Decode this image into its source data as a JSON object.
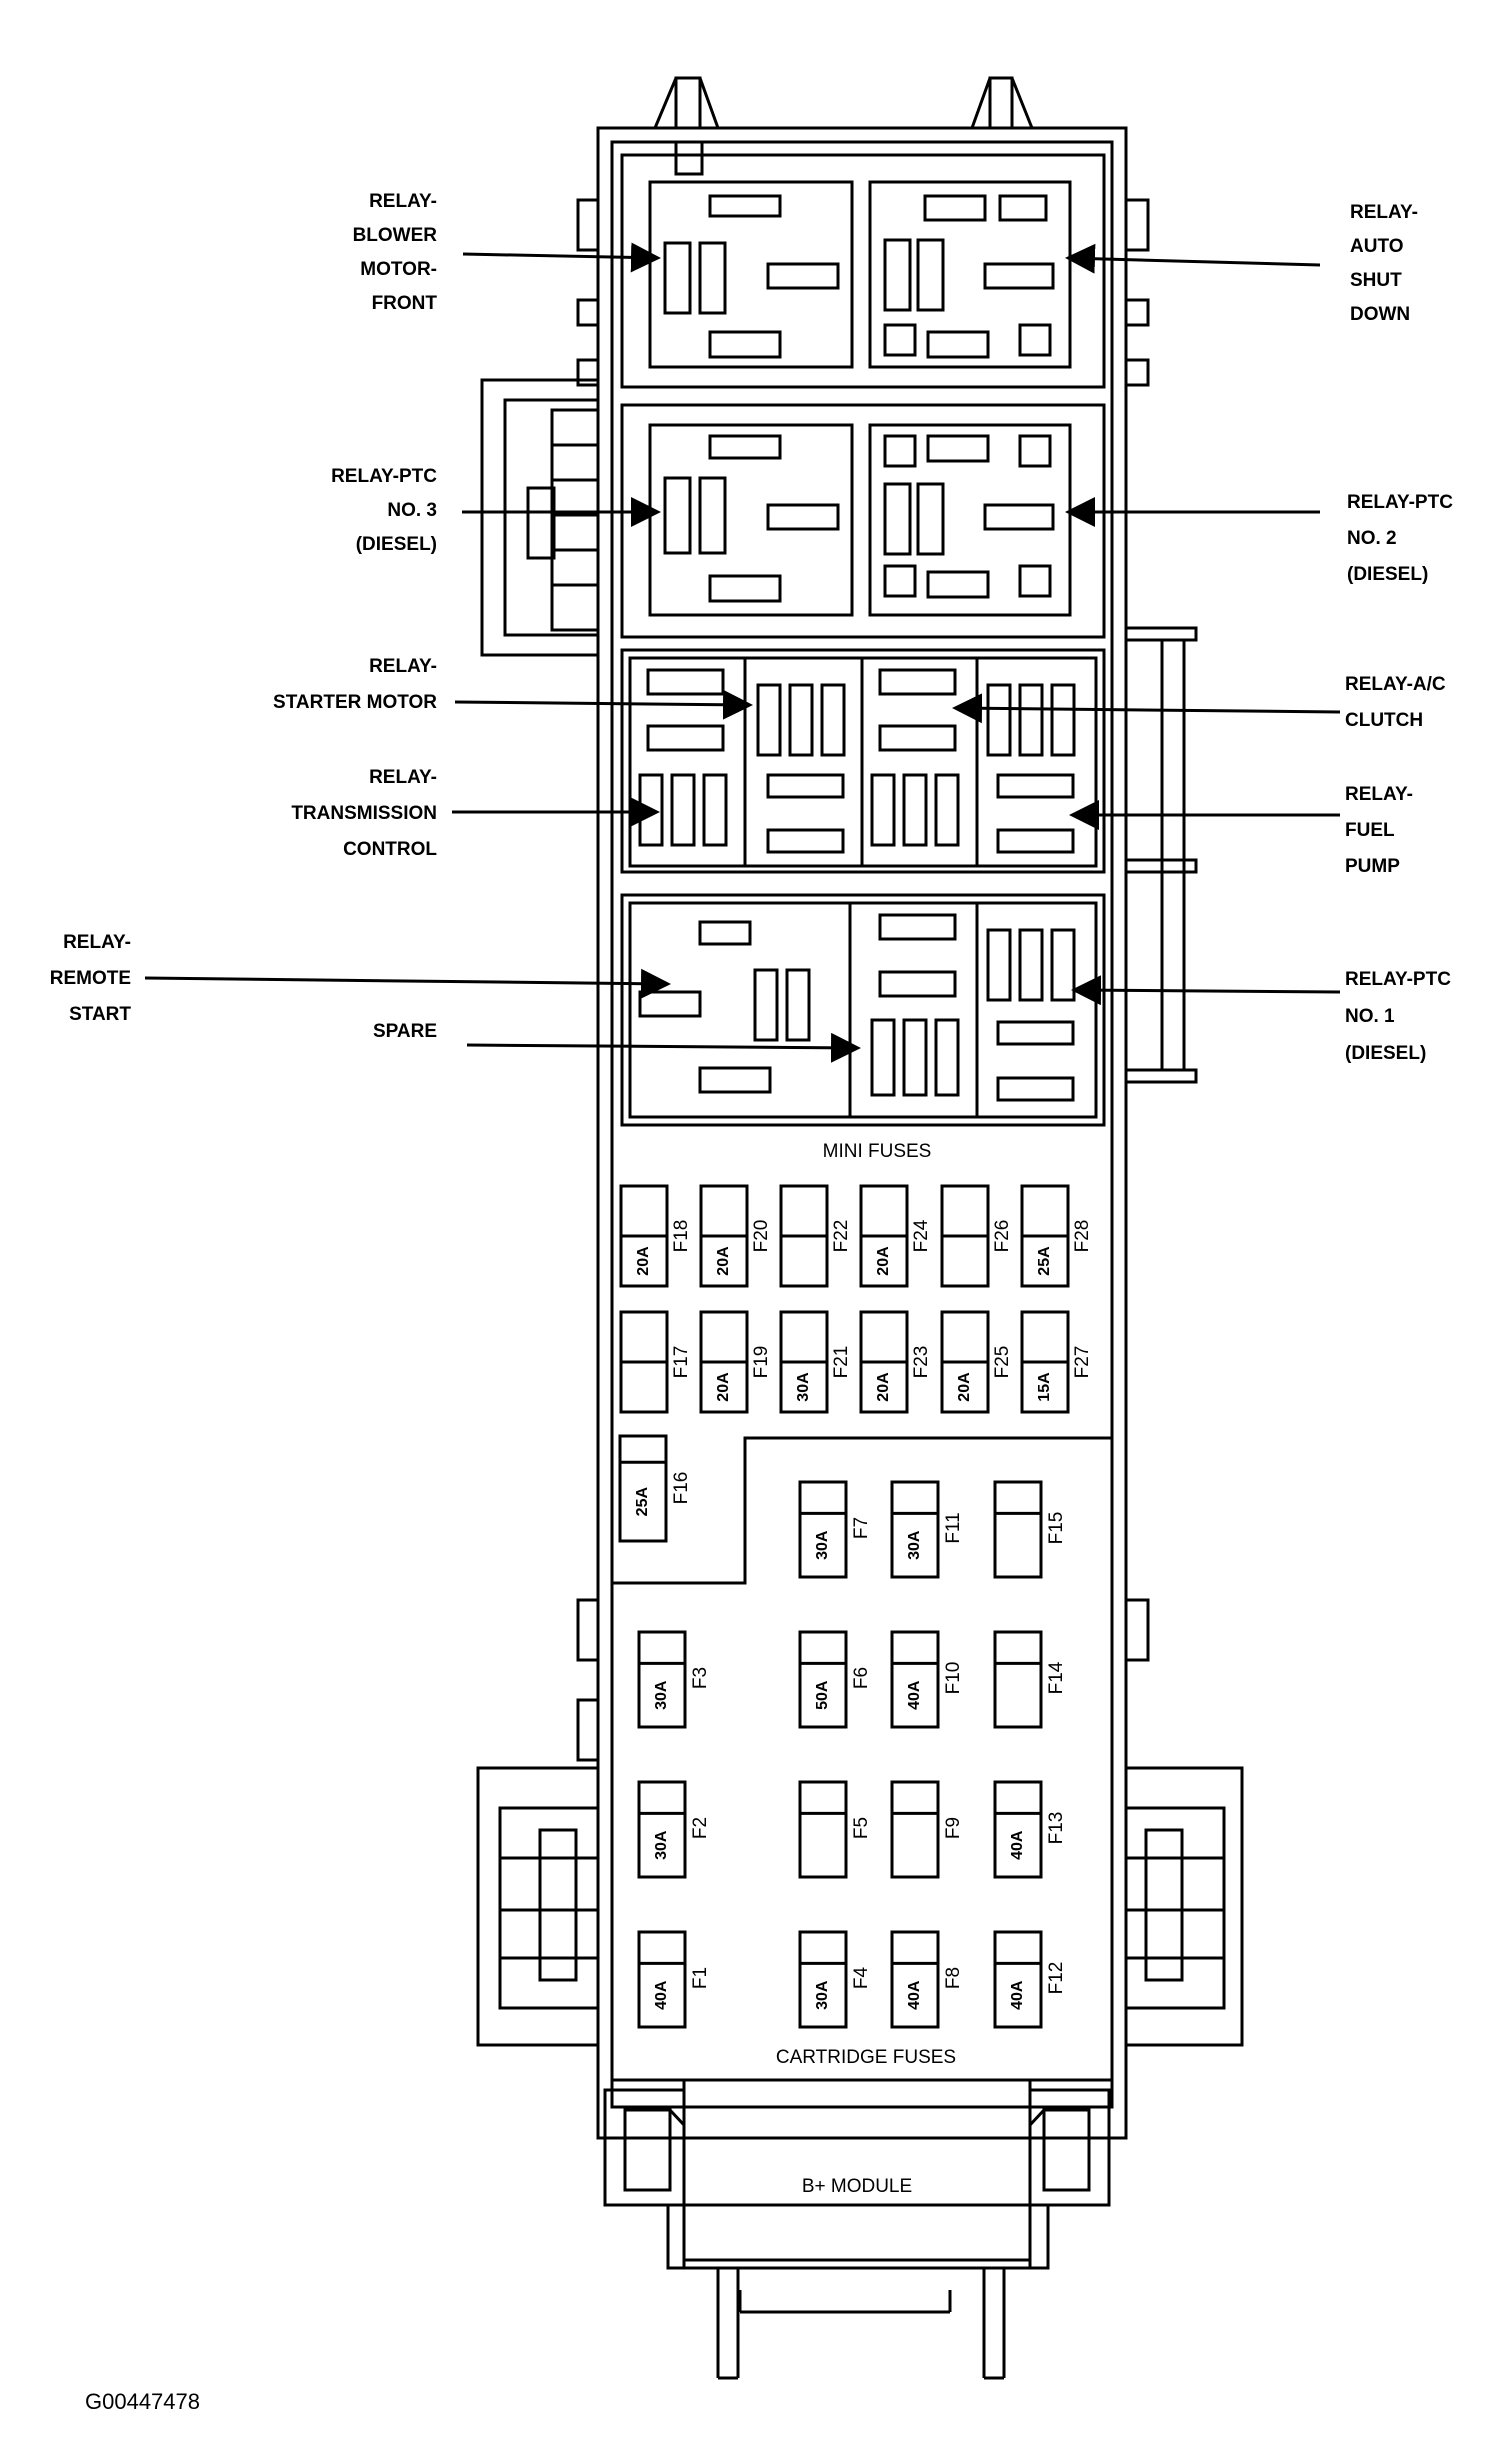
{
  "labels": {
    "blower_motor_front": [
      "RELAY-",
      "BLOWER",
      "MOTOR-",
      "FRONT"
    ],
    "auto_shut_down": [
      "RELAY-",
      "AUTO",
      "SHUT",
      "DOWN"
    ],
    "ptc_no3": [
      "RELAY-PTC",
      "NO. 3",
      "(DIESEL)"
    ],
    "ptc_no2": [
      "RELAY-PTC",
      "NO. 2",
      "(DIESEL)"
    ],
    "starter_motor": [
      "RELAY-",
      "STARTER MOTOR"
    ],
    "ac_clutch": [
      "RELAY-A/C",
      "CLUTCH"
    ],
    "transmission_control": [
      "RELAY-",
      "TRANSMISSION",
      "CONTROL"
    ],
    "fuel_pump": [
      "RELAY-",
      "FUEL",
      "PUMP"
    ],
    "remote_start": [
      "RELAY-",
      "REMOTE",
      "START"
    ],
    "spare": [
      "SPARE"
    ],
    "ptc_no1": [
      "RELAY-PTC",
      "NO. 1",
      "(DIESEL)"
    ]
  },
  "sections": {
    "mini_fuses": "MINI FUSES",
    "cartridge_fuses": "CARTRIDGE FUSES",
    "b_plus_module": "B+ MODULE"
  },
  "mini_fuses_top": [
    {
      "id": "F18",
      "amp": "20A"
    },
    {
      "id": "F20",
      "amp": "20A"
    },
    {
      "id": "F22",
      "amp": ""
    },
    {
      "id": "F24",
      "amp": "20A"
    },
    {
      "id": "F26",
      "amp": ""
    },
    {
      "id": "F28",
      "amp": "25A"
    }
  ],
  "mini_fuses_bottom": [
    {
      "id": "F17",
      "amp": ""
    },
    {
      "id": "F19",
      "amp": "20A"
    },
    {
      "id": "F21",
      "amp": "30A"
    },
    {
      "id": "F23",
      "amp": "20A"
    },
    {
      "id": "F25",
      "amp": "20A"
    },
    {
      "id": "F27",
      "amp": "15A"
    }
  ],
  "fuse_f16": {
    "id": "F16",
    "amp": "25A"
  },
  "cartridge_fuses": [
    {
      "id": "F7",
      "amp": "30A"
    },
    {
      "id": "F11",
      "amp": "30A"
    },
    {
      "id": "F15",
      "amp": ""
    },
    {
      "id": "F3",
      "amp": "30A"
    },
    {
      "id": "F6",
      "amp": "50A"
    },
    {
      "id": "F10",
      "amp": "40A"
    },
    {
      "id": "F14",
      "amp": ""
    },
    {
      "id": "F2",
      "amp": "30A"
    },
    {
      "id": "F5",
      "amp": ""
    },
    {
      "id": "F9",
      "amp": ""
    },
    {
      "id": "F13",
      "amp": "40A"
    },
    {
      "id": "F1",
      "amp": "40A"
    },
    {
      "id": "F4",
      "amp": "30A"
    },
    {
      "id": "F8",
      "amp": "40A"
    },
    {
      "id": "F12",
      "amp": "40A"
    }
  ],
  "figure_id": "G00447478"
}
